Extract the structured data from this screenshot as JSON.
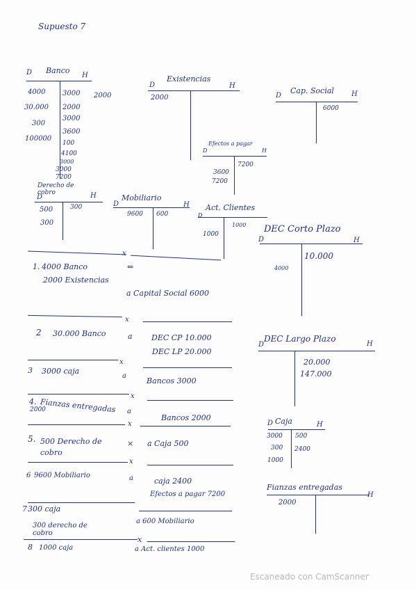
{
  "title": "Supuesto 7",
  "watermark": "Escaneado con CamScanner",
  "ink_color": "#1f2f8a",
  "accounts": {
    "banco": {
      "name": "Banco",
      "debe": [
        "4000",
        "30.000",
        "300",
        "100000"
      ],
      "haber": [
        "3000",
        "2000",
        "3000",
        "3600",
        "100",
        "4100",
        "3000",
        "3000",
        "7200"
      ],
      "side_note": "2000"
    },
    "existencias": {
      "name": "Existencias",
      "debe": [
        "2000"
      ]
    },
    "cap_social": {
      "name": "Cap. Social",
      "haber": [
        "6000"
      ]
    },
    "efectos": {
      "name": "Efectos a pagar",
      "debe": [
        "3600",
        "7200"
      ],
      "haber": [
        "7200"
      ]
    },
    "derecho_cobro": {
      "name": "Derecho de cobro",
      "debe": [
        "500",
        "300"
      ],
      "haber": [
        "300"
      ]
    },
    "mobiliario": {
      "name": "Mobiliario",
      "debe": [
        "9600"
      ],
      "haber": [
        "600"
      ]
    },
    "act_clientes": {
      "name": "Act. Clientes",
      "debe": [
        "1000"
      ],
      "haber": [
        "1000"
      ]
    },
    "dec_cp": {
      "name": "DEC Corto Plazo",
      "debe": [
        "4000"
      ],
      "haber": [
        "10.000"
      ]
    },
    "dec_lp": {
      "name": "DEC Largo Plazo",
      "haber": [
        "20.000",
        "147.000"
      ]
    },
    "caja": {
      "name": "Caja",
      "debe": [
        "3000",
        "300",
        "1000"
      ],
      "haber": [
        "500",
        "2400"
      ]
    },
    "fianzas": {
      "name": "Fianzas entregadas",
      "debe": [
        "2000"
      ]
    }
  },
  "journal": [
    {
      "no": "1.",
      "debit": [
        "4000 Banco",
        "2000 Existencias"
      ],
      "credit": [
        "a Capital Social 6000"
      ]
    },
    {
      "no": "2",
      "debit": [
        "30.000 Banco"
      ],
      "credit": [
        "DEC CP 10.000",
        "DEC LP 20.000"
      ]
    },
    {
      "no": "3",
      "debit": [
        "3000 caja"
      ],
      "credit": [
        "Bancos 3000"
      ]
    },
    {
      "no": "4.",
      "debit": [
        "Fianzas entregadas",
        "2000"
      ],
      "credit": [
        "Bancos 2000"
      ]
    },
    {
      "no": "5.",
      "debit": [
        "500 Derecho de cobro"
      ],
      "credit": [
        "a Caja 500"
      ]
    },
    {
      "no": "6",
      "debit": [
        "9600 Mobiliario"
      ],
      "credit": [
        "caja 2400",
        "Efectos a pagar 7200"
      ]
    },
    {
      "no": "7",
      "debit": [
        "300 caja",
        "300 derecho de cobro"
      ],
      "credit": [
        "a 600 Mobiliario"
      ]
    },
    {
      "no": "8",
      "debit": [
        "1000 caja"
      ],
      "credit": [
        "a Act. clientes 1000"
      ]
    }
  ],
  "labels": {
    "d": "D",
    "h": "H",
    "a": "a",
    "x": "x"
  }
}
